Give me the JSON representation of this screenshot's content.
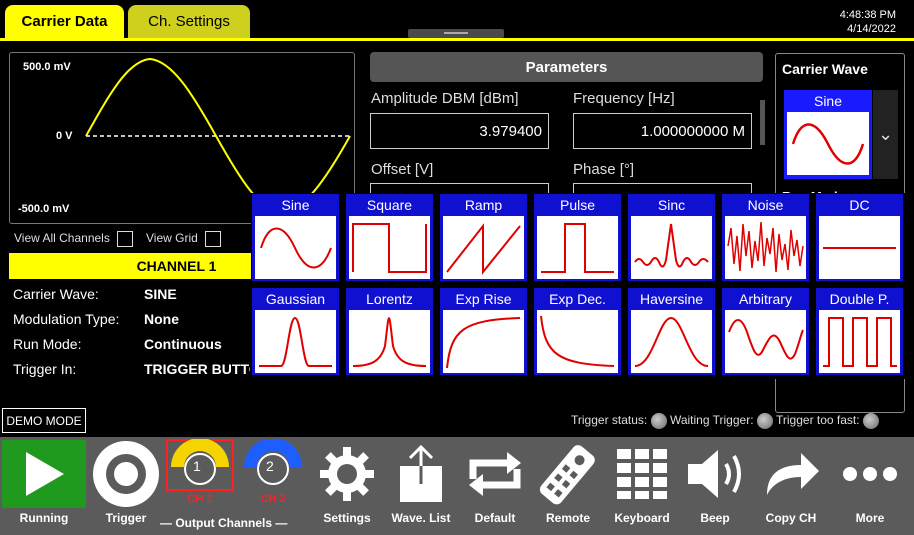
{
  "tabs": [
    {
      "label": "Carrier Data",
      "active": true
    },
    {
      "label": "Ch. Settings",
      "active": false
    }
  ],
  "clock": {
    "time": "4:48:38 PM",
    "date": "4/14/2022"
  },
  "preview": {
    "top_label": "500.0 mV",
    "mid_label": "0 V",
    "bottom_label": "-500.0 mV"
  },
  "view": {
    "all_channels": "View All Channels",
    "grid": "View Grid"
  },
  "channel": {
    "header": "CHANNEL 1",
    "rows": [
      {
        "label": "Carrier Wave:",
        "value": "SINE"
      },
      {
        "label": "Modulation Type:",
        "value": "None"
      },
      {
        "label": "Run Mode:",
        "value": "Continuous"
      },
      {
        "label": "Trigger In:",
        "value": "TRIGGER BUTTO"
      }
    ]
  },
  "parameters": {
    "header": "Parameters",
    "amplitude_label": "Amplitude DBM [dBm]",
    "amplitude_value": "3.979400",
    "frequency_label": "Frequency [Hz]",
    "frequency_value": "1.000000000 M",
    "offset_label": "Offset [V]",
    "phase_label": "Phase [°]"
  },
  "carrier_wave": {
    "title": "Carrier Wave",
    "selected": "Sine",
    "run_mode_partial": "Run Mode"
  },
  "waveforms": [
    "Sine",
    "Square",
    "Ramp",
    "Pulse",
    "Sinc",
    "Noise",
    "DC",
    "Gaussian",
    "Lorentz",
    "Exp Rise",
    "Exp Dec.",
    "Haversine",
    "Arbitrary",
    "Double P."
  ],
  "demo_label": "DEMO MODE",
  "status": {
    "trigger_status": "Trigger status:",
    "waiting": "Waiting Trigger:",
    "too_fast": "Trigger too fast:"
  },
  "toolbar": {
    "running": "Running",
    "trigger": "Trigger",
    "output_channels": "— Output Channels —",
    "ch1_num": "1",
    "ch1_label": "CH 1",
    "ch2_num": "2",
    "ch2_label": "CH 2",
    "settings": "Settings",
    "wave_list": "Wave. List",
    "default": "Default",
    "remote": "Remote",
    "keyboard": "Keyboard",
    "beep": "Beep",
    "copy_ch": "Copy CH",
    "more": "More"
  },
  "colors": {
    "accent": "#ffff00",
    "wave_tile": "#1010d0",
    "wave_line": "#e00000",
    "run_green": "#1f9a1f",
    "toolbar": "#5b5b5b"
  }
}
